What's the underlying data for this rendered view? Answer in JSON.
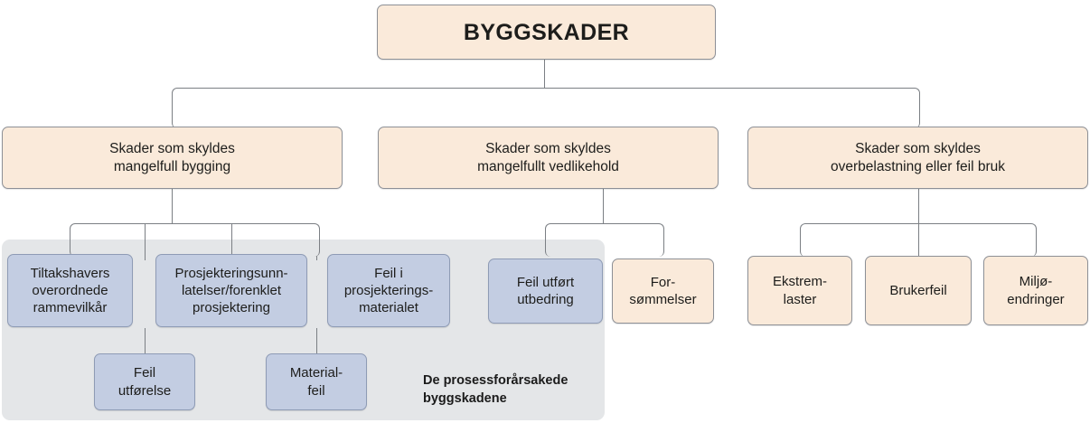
{
  "diagram": {
    "title": "BYGGSKADER",
    "type": "org-chart",
    "colors": {
      "cream_fill": "#faeada",
      "blue_fill": "#c3cde2",
      "panel_fill": "#e4e6e8",
      "line": "#7b7f84",
      "text": "#1d1d1b"
    },
    "root": {
      "label": "BYGGSKADER"
    },
    "level2": [
      {
        "label": "Skader som skyldes\nmangelfull bygging"
      },
      {
        "label": "Skader som skyldes\nmangelfullt vedlikehold"
      },
      {
        "label": "Skader som skyldes\noverbelastning eller feil bruk"
      }
    ],
    "level3": [
      {
        "label": "Tiltakshavers\noverordnede\nrammevilkår",
        "style": "blue",
        "parent": 0
      },
      {
        "label": "Prosjekteringsunn-\nlatelser/forenklet\nprosjektering",
        "style": "blue",
        "parent": 0
      },
      {
        "label": "Feil i\nprosjekterings-\nmaterialet",
        "style": "blue",
        "parent": 0
      },
      {
        "label": "Feil utført\nutbedring",
        "style": "blue",
        "parent": 1
      },
      {
        "label": "For-\nsømmelser",
        "style": "cream",
        "parent": 1
      },
      {
        "label": "Ekstrem-\nlaster",
        "style": "cream",
        "parent": 2
      },
      {
        "label": "Brukerfeil",
        "style": "cream",
        "parent": 2
      },
      {
        "label": "Miljø-\nendringer",
        "style": "cream",
        "parent": 2
      }
    ],
    "level4": [
      {
        "label": "Feil\nutførelse",
        "style": "blue"
      },
      {
        "label": "Material-\nfeil",
        "style": "blue"
      }
    ],
    "panel": {
      "label": "De prosessforårsakede\nbyggskadene"
    }
  }
}
